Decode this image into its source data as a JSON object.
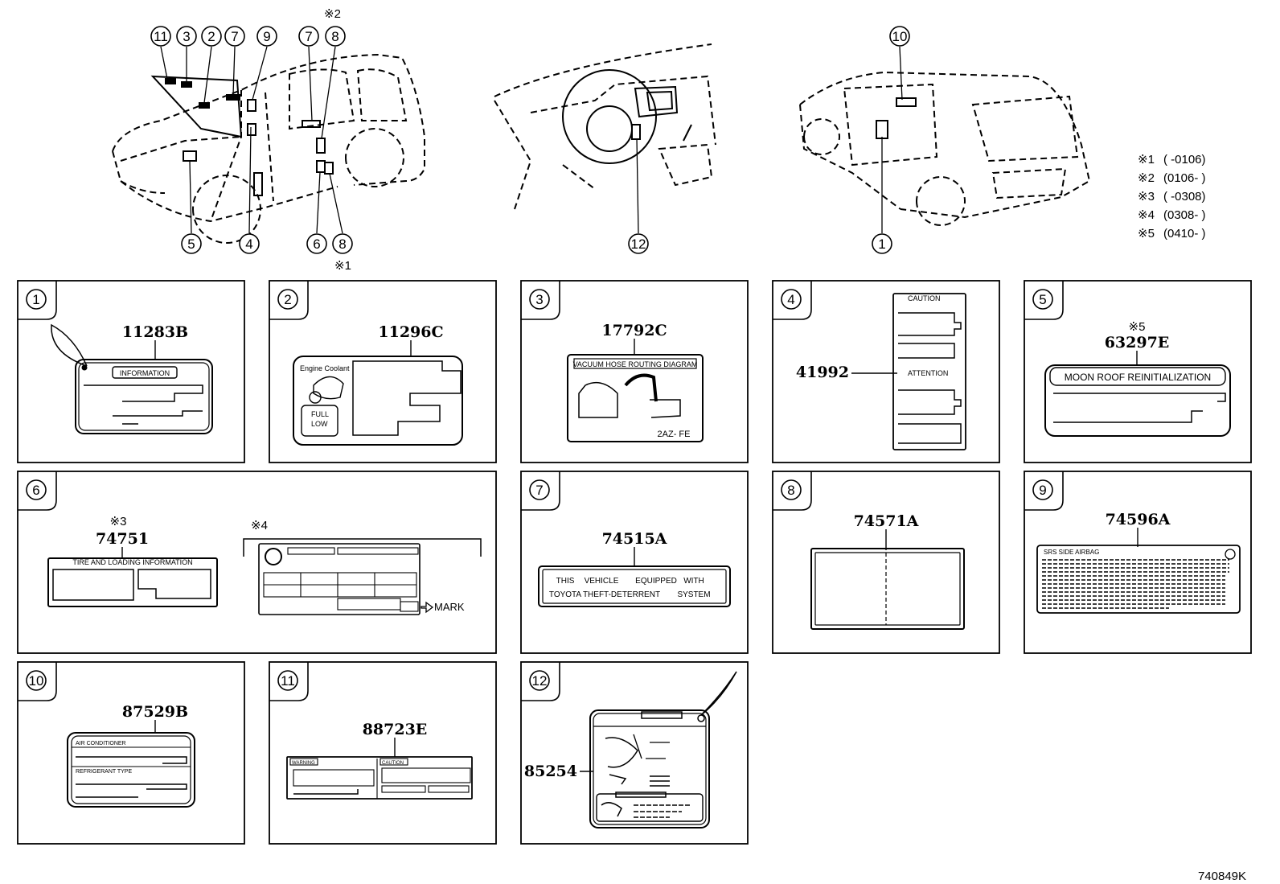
{
  "diagram_id": "740849K",
  "top_callouts": {
    "front_view": [
      "11",
      "3",
      "2",
      "7",
      "9",
      "7",
      "8",
      "5",
      "4",
      "6",
      "8"
    ],
    "note_above_8": "※2",
    "note_below_8": "※1",
    "dash_view": [
      "12"
    ],
    "rear_view": [
      "10",
      "1"
    ]
  },
  "date_notes": [
    {
      "mark": "※1",
      "range": "(        -0106)"
    },
    {
      "mark": "※2",
      "range": "(0106-        )"
    },
    {
      "mark": "※3",
      "range": "(        -0308)"
    },
    {
      "mark": "※4",
      "range": "(0308-        )"
    },
    {
      "mark": "※5",
      "range": "(0410-        )"
    }
  ],
  "panels": [
    {
      "num": "1",
      "part": "11283B",
      "texts": [
        "INFORMATION"
      ]
    },
    {
      "num": "2",
      "part": "11296C",
      "texts": [
        "Engine Coolant",
        "FULL",
        "LOW"
      ]
    },
    {
      "num": "3",
      "part": "17792C",
      "texts": [
        "VACUUM HOSE ROUTING DIAGRAM",
        "2AZ- FE"
      ]
    },
    {
      "num": "4",
      "part": "41992",
      "texts": [
        "CAUTION",
        "ATTENTION"
      ]
    },
    {
      "num": "5",
      "part": "63297E",
      "note": "※5",
      "texts": [
        "MOON ROOF REINITIALIZATION"
      ]
    },
    {
      "num": "6",
      "part": "74751",
      "note": "※3",
      "note2": "※4",
      "texts": [
        "TIRE AND LOADING INFORMATION",
        "MARK"
      ]
    },
    {
      "num": "7",
      "part": "74515A",
      "texts": [
        "THIS",
        "VEHICLE",
        "EQUIPPED",
        "WITH",
        "TOYOTA",
        "THEFT-DETERRENT",
        "SYSTEM"
      ]
    },
    {
      "num": "8",
      "part": "74571A",
      "texts": []
    },
    {
      "num": "9",
      "part": "74596A",
      "texts": [
        "SRS SIDE AIRBAG"
      ]
    },
    {
      "num": "10",
      "part": "87529B",
      "texts": [
        "AIR CONDITIONER",
        "REFRIGERANT TYPE"
      ]
    },
    {
      "num": "11",
      "part": "88723E",
      "texts": [
        "WARNING",
        "CAUTION"
      ]
    },
    {
      "num": "12",
      "part": "85254",
      "texts": []
    }
  ]
}
